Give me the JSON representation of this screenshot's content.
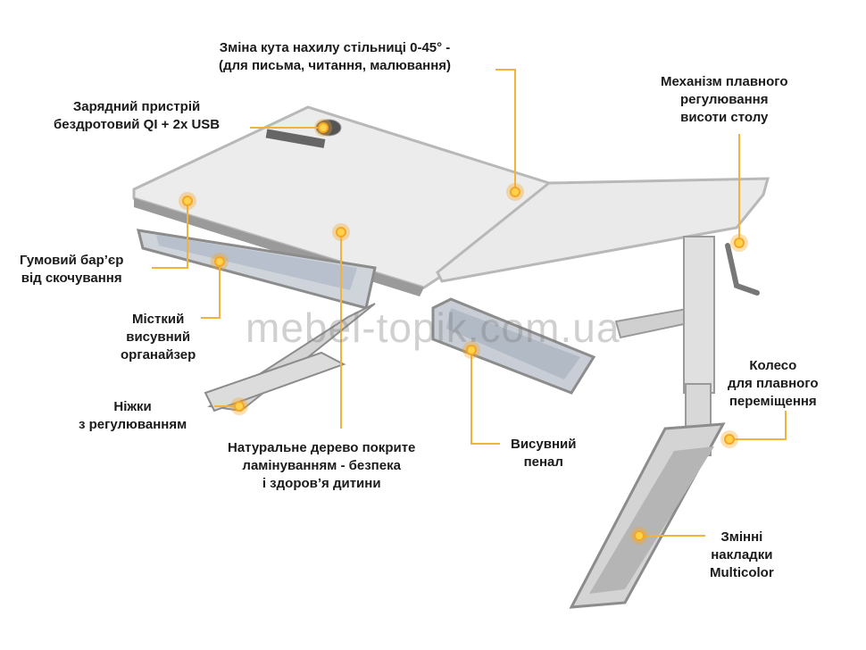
{
  "colors": {
    "accent": "#f5a623",
    "marker_core": "#ffd24a",
    "line": "#f0b43c",
    "desk_top": "#ececec",
    "frame": "#cfcfcf",
    "trim": "#8c8c8c"
  },
  "labels": {
    "tilt": [
      "Зміна кута нахилу стільниці 0-45° -",
      "(для письма, читання, малювання)"
    ],
    "charger": [
      "Зарядний пристрій",
      "бездротовий QI + 2x USB"
    ],
    "height": [
      "Механізм плавного",
      "регулювання",
      "висоти столу"
    ],
    "rubber_bar": [
      "Гумовий бар’єр",
      "від скочування"
    ],
    "organizer": [
      "Місткий",
      "висувний",
      "органайзер"
    ],
    "legs": [
      "Ніжки",
      "з регулюванням"
    ],
    "wood": [
      "Натуральне дерево покрите",
      "ламінуванням - безпека",
      "і здоров’я дитини"
    ],
    "pencil_case": [
      "Висувний",
      "пенал"
    ],
    "wheel": [
      "Колесо",
      "для плавного",
      "переміщення"
    ],
    "pads": [
      "Змінні",
      "накладки",
      "Multicolor"
    ]
  },
  "watermark": "mebel-topik.com.ua"
}
